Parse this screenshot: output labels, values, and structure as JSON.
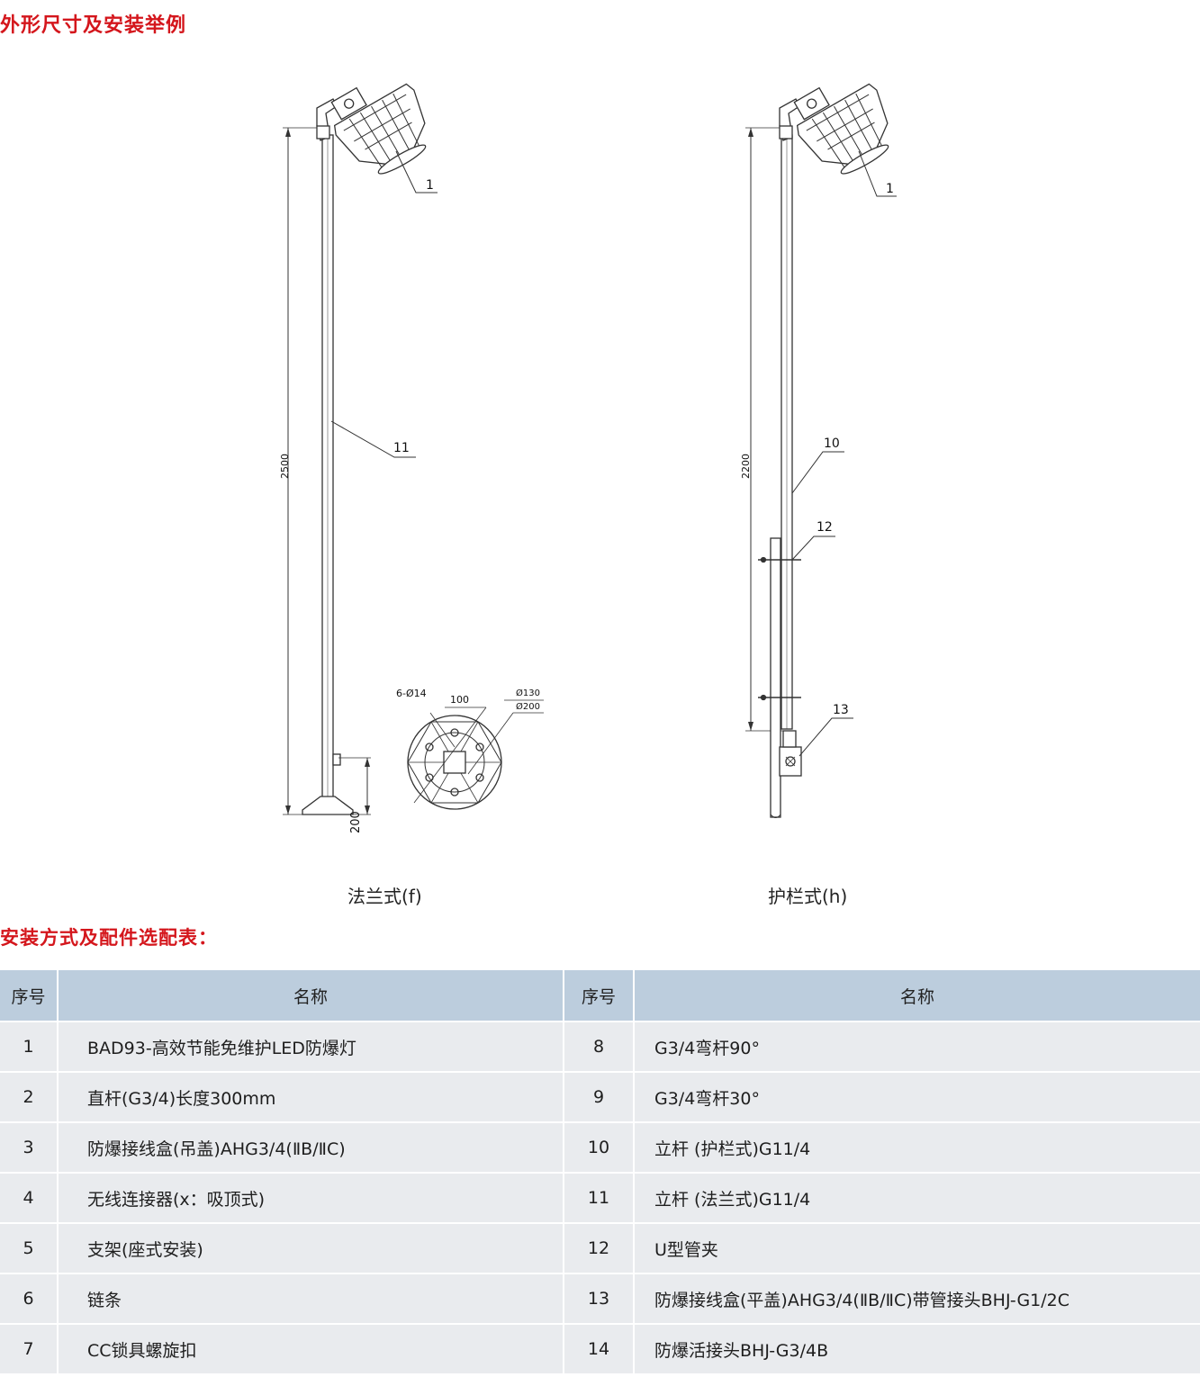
{
  "title_dims": "外形尺寸及安装举例",
  "title_table": "安装方式及配件选配表：",
  "drawing_f": {
    "caption": "法兰式(f)",
    "labels": [
      "1",
      "11"
    ],
    "dims": [
      "2500",
      "200"
    ],
    "flange_dims": [
      "6-Ø14",
      "100",
      "Ø130",
      "Ø200"
    ]
  },
  "drawing_h": {
    "caption": "护栏式(h)",
    "labels": [
      "1",
      "10",
      "12",
      "13"
    ],
    "dims": [
      "2200"
    ]
  },
  "table": {
    "headers": [
      "序号",
      "名称",
      "序号",
      "名称"
    ],
    "rows": [
      [
        "1",
        "BAD93-高效节能免维护LED防爆灯",
        "8",
        "G3/4弯杆90°"
      ],
      [
        "2",
        "直杆(G3/4)长度300mm",
        "9",
        "G3/4弯杆30°"
      ],
      [
        "3",
        "防爆接线盒(吊盖)AHG3/4(ⅡB/ⅡC)",
        "10",
        "立杆 (护栏式)G11/4"
      ],
      [
        "4",
        "无线连接器(x：吸顶式)",
        "11",
        "立杆 (法兰式)G11/4"
      ],
      [
        "5",
        "支架(座式安装)",
        "12",
        "U型管夹"
      ],
      [
        "6",
        "链条",
        "13",
        "防爆接线盒(平盖)AHG3/4(ⅡB/ⅡC)带管接头BHJ-G1/2C"
      ],
      [
        "7",
        "CC锁具螺旋扣",
        "14",
        "防爆活接头BHJ-G3/4B"
      ]
    ]
  }
}
